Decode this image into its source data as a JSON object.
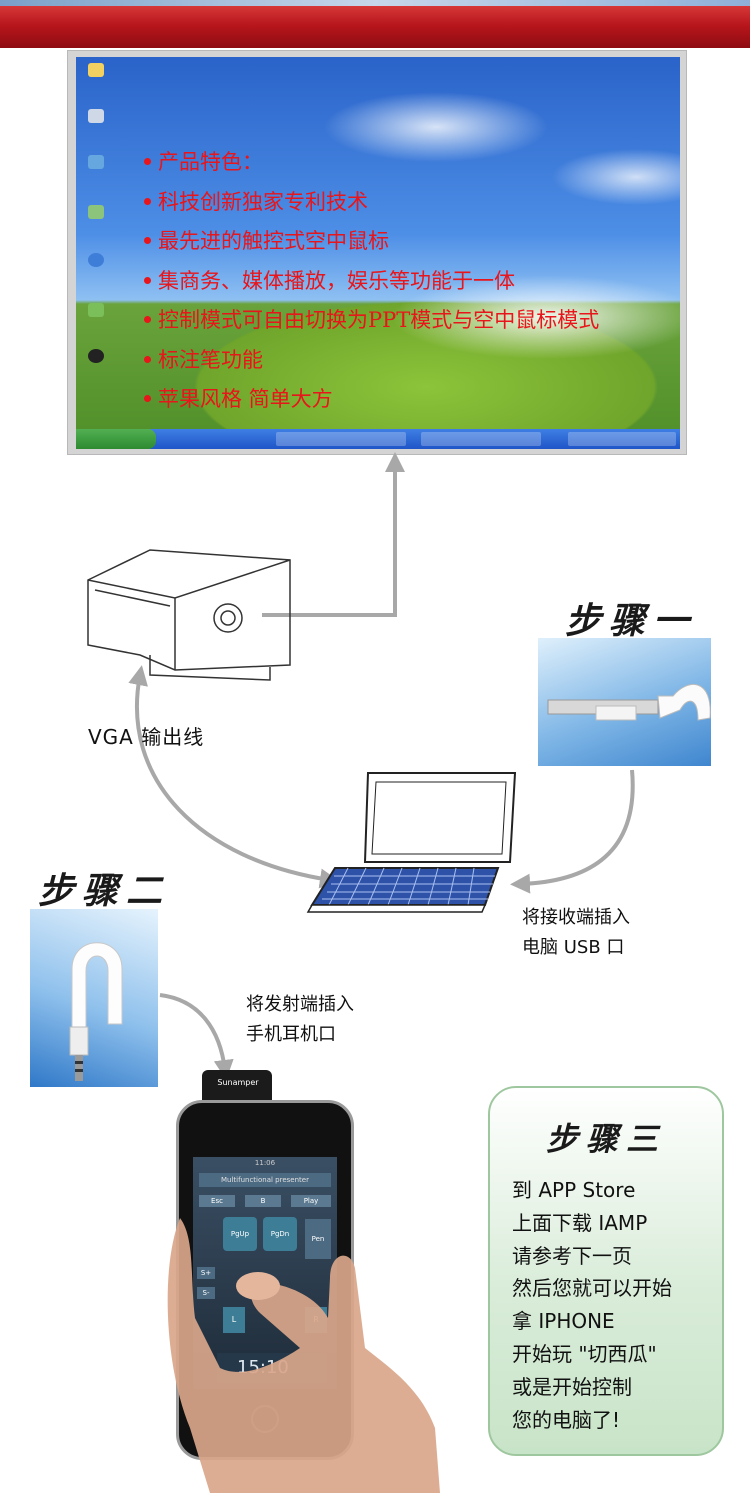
{
  "screen_features": [
    "产品特色：",
    "科技创新独家专利技术",
    "最先进的触控式空中鼠标",
    "集商务、媒体播放，娱乐等功能于一体",
    "控制模式可自由切换为PPT模式与空中鼠标模式",
    "标注笔功能",
    "苹果风格  简单大方"
  ],
  "vga_label": "VGA 输出线",
  "step1": {
    "title": "步骤一",
    "caption_lines": [
      "将接收端插入",
      "电脑 USB 口"
    ]
  },
  "step2": {
    "title": "步骤二",
    "caption_lines": [
      "将发射端插入",
      "手机耳机口"
    ]
  },
  "step3": {
    "title": "步骤三",
    "lines": [
      "到 APP Store",
      "上面下载 IAMP",
      "请参考下一页",
      "然后您就可以开始",
      "拿 IPHONE",
      "开始玩 \"切西瓜\"",
      "或是开始控制",
      "您的电脑了!"
    ]
  },
  "phone": {
    "time": "11:06",
    "app_title": "Multifunctional presenter",
    "buttons": [
      "Esc",
      "B",
      "Play",
      "PgUp",
      "PgDn",
      "Pen",
      "S+",
      "S-",
      "L",
      "R"
    ],
    "clock": "15:10",
    "dongle_brand": "Sunamper"
  },
  "colors": {
    "header_red": "#b5151b",
    "feature_red": "#e8151b",
    "arrow_gray": "#a8a8a8",
    "step3_bg": "#d9ecd9"
  }
}
